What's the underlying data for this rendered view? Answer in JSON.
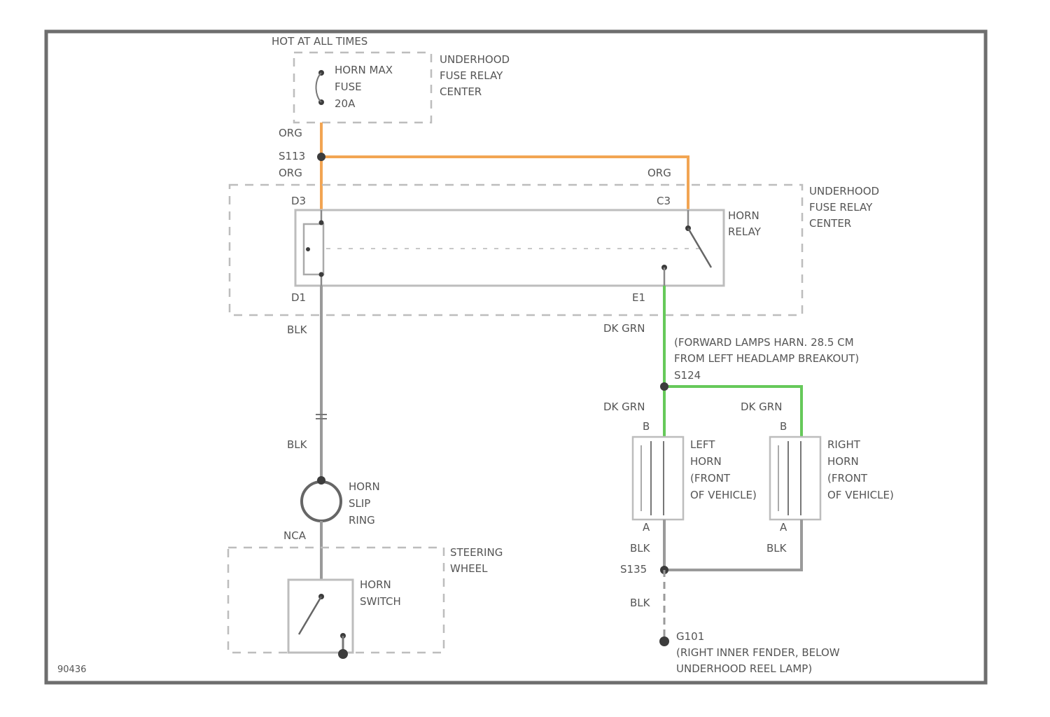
{
  "diagram_id": "90436",
  "power_source": "HOT AT ALL TIMES",
  "fuse": {
    "name": "HORN MAX FUSE",
    "line1": "HORN MAX",
    "line2": "FUSE",
    "rating": "20A",
    "location_line1": "UNDERHOOD",
    "location_line2": "FUSE RELAY",
    "location_line3": "CENTER"
  },
  "relay_center": {
    "line1": "UNDERHOOD",
    "line2": "FUSE RELAY",
    "line3": "CENTER"
  },
  "relay": {
    "line1": "HORN",
    "line2": "RELAY",
    "pins": {
      "left_top": "D3",
      "right_top": "C3",
      "left_bottom": "D1",
      "right_bottom": "E1"
    }
  },
  "splices": {
    "org": "S113",
    "grn": "S124",
    "blk": "S135"
  },
  "wires": {
    "org_upper": "ORG",
    "org_lower": "ORG",
    "org_right": "ORG",
    "blk_upper": "BLK",
    "blk_lower": "BLK",
    "blk_slip": "NCA",
    "grn_main": "DK GRN",
    "grn_left": "DK GRN",
    "grn_right": "DK GRN",
    "blk_left_horn": "BLK",
    "blk_right_horn": "BLK",
    "blk_ground": "BLK"
  },
  "harness_note": {
    "line1": "(FORWARD LAMPS HARN. 28.5 CM",
    "line2": "FROM LEFT HEADLAMP BREAKOUT)",
    "splice": "S124"
  },
  "slip_ring": {
    "line1": "HORN",
    "line2": "SLIP",
    "line3": "RING"
  },
  "steering_wheel": {
    "line1": "STEERING",
    "line2": "WHEEL"
  },
  "horn_switch": {
    "line1": "HORN",
    "line2": "SWITCH"
  },
  "left_horn": {
    "line1": "LEFT",
    "line2": "HORN",
    "line3": "(FRONT",
    "line4": "OF VEHICLE)",
    "pin_top": "B",
    "pin_bottom": "A"
  },
  "right_horn": {
    "line1": "RIGHT",
    "line2": "HORN",
    "line3": "(FRONT",
    "line4": "OF VEHICLE)",
    "pin_top": "B",
    "pin_bottom": "A"
  },
  "ground": {
    "id": "G101",
    "line1": "(RIGHT INNER FENDER, BELOW",
    "line2": "UNDERHOOD REEL LAMP)"
  },
  "colors": {
    "org": "#f2a553",
    "grn": "#66c95a",
    "wire": "#9a9a9a",
    "frame": "#6e6e6e"
  }
}
